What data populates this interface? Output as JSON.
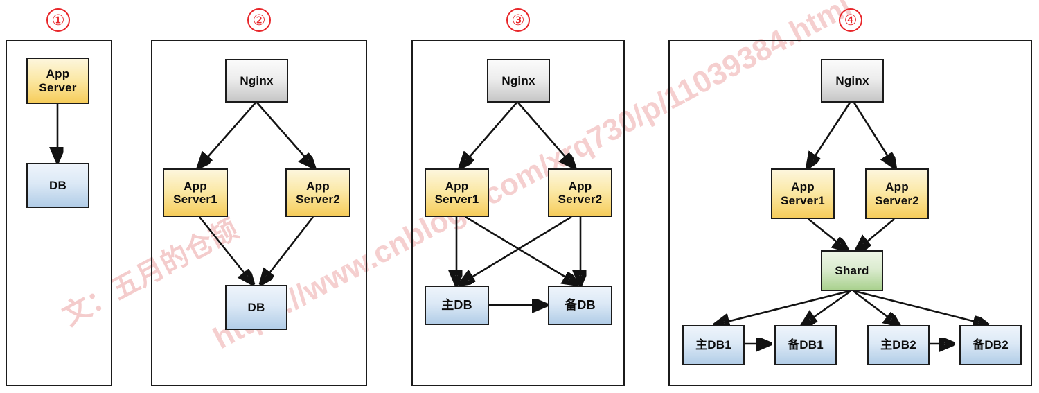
{
  "watermark": {
    "author": "文：五月的仓颉",
    "url": "https://www.cnblogs.com/xrq730/p/11039384.html",
    "color": "#f3c4c4"
  },
  "palette": {
    "app_server": "#f6cd5c",
    "database": "#b2cde7",
    "nginx": "#c6c6c6",
    "shard": "#a9d18e",
    "border": "#1b1b1b",
    "number_red": "#e8262a",
    "arrow": "#121212"
  },
  "panels": [
    {
      "number": "①",
      "nodes": [
        {
          "id": "p1-app",
          "label": "App\nServer",
          "line1": "App",
          "line2": "Server",
          "type": "app_server"
        },
        {
          "id": "p1-db",
          "label": "DB",
          "line1": "DB",
          "line2": "",
          "type": "database"
        }
      ],
      "edges": [
        {
          "from": "p1-app",
          "to": "p1-db",
          "kind": "arrow"
        }
      ]
    },
    {
      "number": "②",
      "nodes": [
        {
          "id": "p2-nginx",
          "label": "Nginx",
          "line1": "Nginx",
          "line2": "",
          "type": "nginx"
        },
        {
          "id": "p2-app1",
          "label": "App\nServer1",
          "line1": "App",
          "line2": "Server1",
          "type": "app_server"
        },
        {
          "id": "p2-app2",
          "label": "App\nServer2",
          "line1": "App",
          "line2": "Server2",
          "type": "app_server"
        },
        {
          "id": "p2-db",
          "label": "DB",
          "line1": "DB",
          "line2": "",
          "type": "database"
        }
      ],
      "edges": [
        {
          "from": "p2-nginx",
          "to": "p2-app1",
          "kind": "arrow"
        },
        {
          "from": "p2-nginx",
          "to": "p2-app2",
          "kind": "arrow"
        },
        {
          "from": "p2-app1",
          "to": "p2-db",
          "kind": "arrow"
        },
        {
          "from": "p2-app2",
          "to": "p2-db",
          "kind": "arrow"
        }
      ]
    },
    {
      "number": "③",
      "nodes": [
        {
          "id": "p3-nginx",
          "label": "Nginx",
          "line1": "Nginx",
          "line2": "",
          "type": "nginx"
        },
        {
          "id": "p3-app1",
          "label": "App\nServer1",
          "line1": "App",
          "line2": "Server1",
          "type": "app_server"
        },
        {
          "id": "p3-app2",
          "label": "App\nServer2",
          "line1": "App",
          "line2": "Server2",
          "type": "app_server"
        },
        {
          "id": "p3-maindb",
          "label": "主DB",
          "line1": "主DB",
          "line2": "",
          "type": "database"
        },
        {
          "id": "p3-backupdb",
          "label": "备DB",
          "line1": "备DB",
          "line2": "",
          "type": "database"
        }
      ],
      "edges": [
        {
          "from": "p3-nginx",
          "to": "p3-app1",
          "kind": "arrow"
        },
        {
          "from": "p3-nginx",
          "to": "p3-app2",
          "kind": "arrow"
        },
        {
          "from": "p3-app1",
          "to": "p3-maindb",
          "kind": "arrow"
        },
        {
          "from": "p3-app1",
          "to": "p3-backupdb",
          "kind": "arrow"
        },
        {
          "from": "p3-app2",
          "to": "p3-maindb",
          "kind": "arrow"
        },
        {
          "from": "p3-app2",
          "to": "p3-backupdb",
          "kind": "arrow"
        },
        {
          "from": "p3-maindb",
          "to": "p3-backupdb",
          "kind": "arrow-replication"
        }
      ]
    },
    {
      "number": "④",
      "nodes": [
        {
          "id": "p4-nginx",
          "label": "Nginx",
          "line1": "Nginx",
          "line2": "",
          "type": "nginx"
        },
        {
          "id": "p4-app1",
          "label": "App\nServer1",
          "line1": "App",
          "line2": "Server1",
          "type": "app_server"
        },
        {
          "id": "p4-app2",
          "label": "App\nServer2",
          "line1": "App",
          "line2": "Server2",
          "type": "app_server"
        },
        {
          "id": "p4-shard",
          "label": "Shard",
          "line1": "Shard",
          "line2": "",
          "type": "shard"
        },
        {
          "id": "p4-maindb1",
          "label": "主DB1",
          "line1": "主DB1",
          "line2": "",
          "type": "database"
        },
        {
          "id": "p4-backupdb1",
          "label": "备DB1",
          "line1": "备DB1",
          "line2": "",
          "type": "database"
        },
        {
          "id": "p4-maindb2",
          "label": "主DB2",
          "line1": "主DB2",
          "line2": "",
          "type": "database"
        },
        {
          "id": "p4-backupdb2",
          "label": "备DB2",
          "line1": "备DB2",
          "line2": "",
          "type": "database"
        }
      ],
      "edges": [
        {
          "from": "p4-nginx",
          "to": "p4-app1",
          "kind": "arrow"
        },
        {
          "from": "p4-nginx",
          "to": "p4-app2",
          "kind": "arrow"
        },
        {
          "from": "p4-app1",
          "to": "p4-shard",
          "kind": "arrow"
        },
        {
          "from": "p4-app2",
          "to": "p4-shard",
          "kind": "arrow"
        },
        {
          "from": "p4-shard",
          "to": "p4-maindb1",
          "kind": "arrow"
        },
        {
          "from": "p4-shard",
          "to": "p4-backupdb1",
          "kind": "arrow"
        },
        {
          "from": "p4-shard",
          "to": "p4-maindb2",
          "kind": "arrow"
        },
        {
          "from": "p4-shard",
          "to": "p4-backupdb2",
          "kind": "arrow"
        },
        {
          "from": "p4-maindb1",
          "to": "p4-backupdb1",
          "kind": "arrow-replication"
        },
        {
          "from": "p4-maindb2",
          "to": "p4-backupdb2",
          "kind": "arrow-replication"
        }
      ]
    }
  ]
}
